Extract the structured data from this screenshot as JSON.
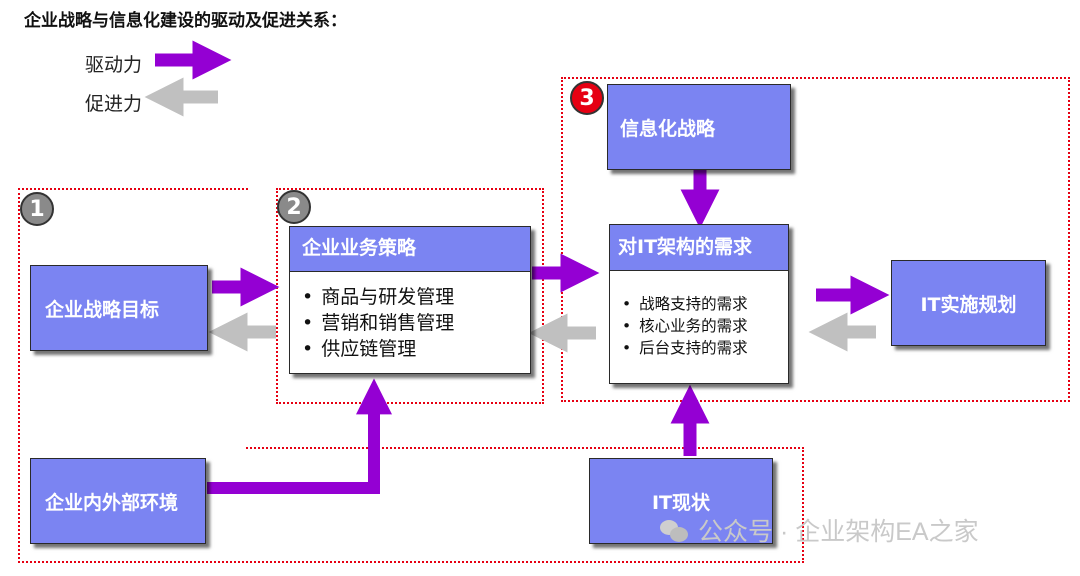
{
  "title": "企业战略与信息化建设的驱动及促进关系：",
  "legend": {
    "drive_label": "驱动力",
    "promote_label": "促进力",
    "drive_color": "#9400d3",
    "promote_color": "#c0c0c0"
  },
  "colors": {
    "box": "#7b84f2",
    "dotted_border": "#e60012"
  },
  "badges": {
    "b1": "1",
    "b2": "2",
    "b3": "3"
  },
  "boxes": {
    "strategy_goal": "企业战略目标",
    "environment": "企业内外部环境",
    "info_strategy": "信息化战略",
    "it_status": "IT现状",
    "it_plan": "IT实施规划"
  },
  "business_card": {
    "header": "企业业务策略",
    "items": [
      "商品与研发管理",
      "营销和销售管理",
      "供应链管理"
    ]
  },
  "it_card": {
    "header": "对IT架构的需求",
    "items": [
      "战略支持的需求",
      "核心业务的需求",
      "后台支持的需求"
    ]
  },
  "watermark": "公众号 · 企业架构EA之家"
}
